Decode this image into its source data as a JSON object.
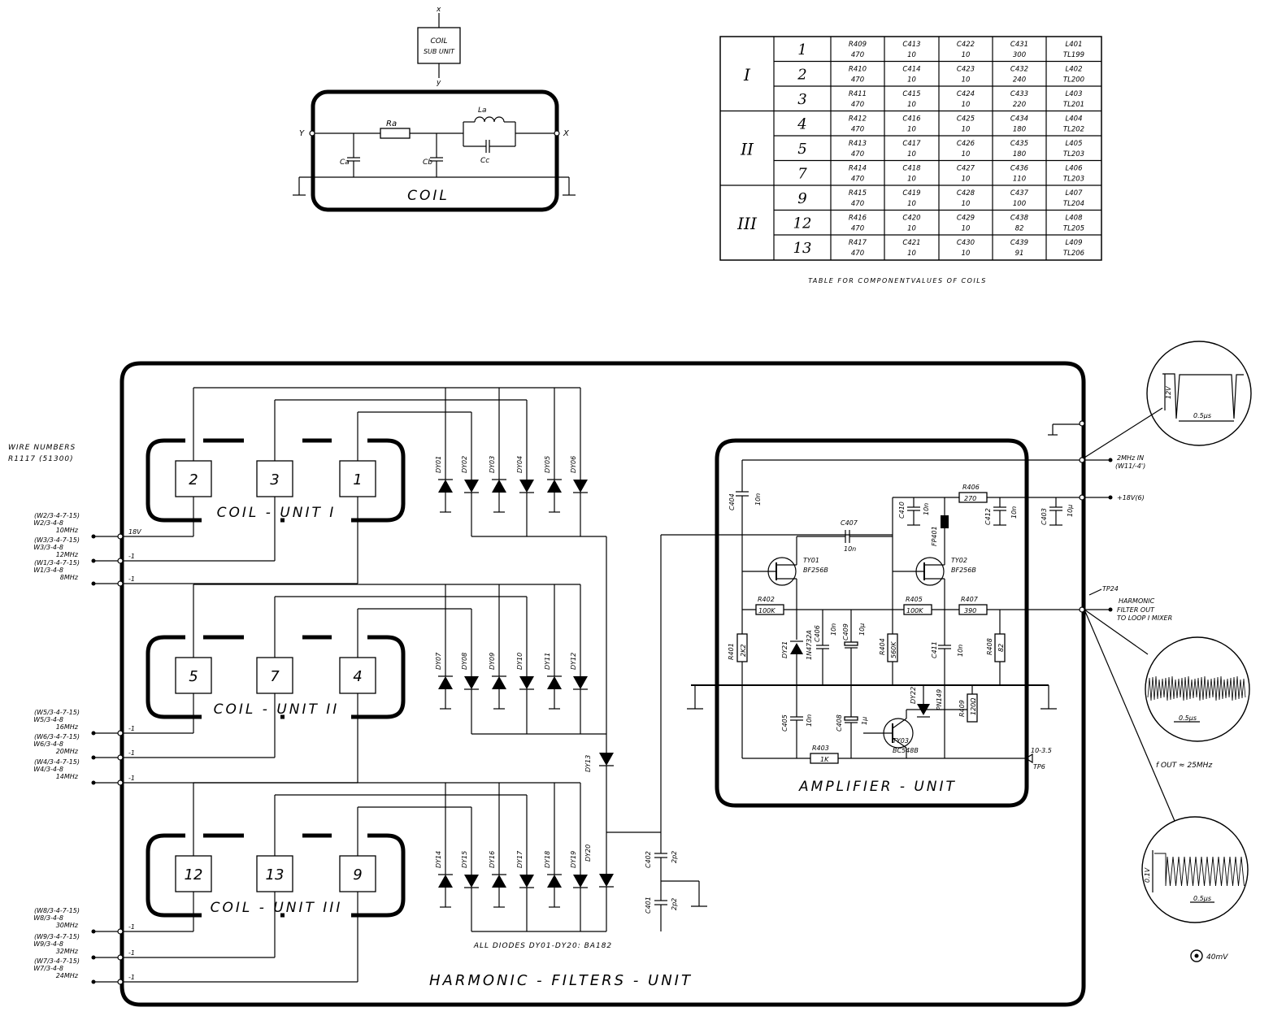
{
  "top_coil": {
    "sub_unit_label": "COIL",
    "sub_unit_label2": "SUB UNIT",
    "pin_x_top": "x",
    "pin_y_bottom": "y",
    "left_pin": "Y",
    "right_pin": "X",
    "ra": "Ra",
    "ca": "Ca",
    "cb": "Cb",
    "cc": "Cc",
    "la": "La",
    "title": "COIL"
  },
  "component_table": {
    "caption": "TABLE FOR COMPONENTVALUES OF COILS",
    "groups": [
      {
        "label": "I",
        "rows": [
          {
            "n": "1",
            "r": [
              "R409",
              "470"
            ],
            "c1": [
              "C413",
              "10"
            ],
            "c2": [
              "C422",
              "10"
            ],
            "c3": [
              "C431",
              "300"
            ],
            "l": [
              "L401",
              "TL199"
            ]
          },
          {
            "n": "2",
            "r": [
              "R410",
              "470"
            ],
            "c1": [
              "C414",
              "10"
            ],
            "c2": [
              "C423",
              "10"
            ],
            "c3": [
              "C432",
              "240"
            ],
            "l": [
              "L402",
              "TL200"
            ]
          },
          {
            "n": "3",
            "r": [
              "R411",
              "470"
            ],
            "c1": [
              "C415",
              "10"
            ],
            "c2": [
              "C424",
              "10"
            ],
            "c3": [
              "C433",
              "220"
            ],
            "l": [
              "L403",
              "TL201"
            ]
          }
        ]
      },
      {
        "label": "II",
        "rows": [
          {
            "n": "4",
            "r": [
              "R412",
              "470"
            ],
            "c1": [
              "C416",
              "10"
            ],
            "c2": [
              "C425",
              "10"
            ],
            "c3": [
              "C434",
              "180"
            ],
            "l": [
              "L404",
              "TL202"
            ]
          },
          {
            "n": "5",
            "r": [
              "R413",
              "470"
            ],
            "c1": [
              "C417",
              "10"
            ],
            "c2": [
              "C426",
              "10"
            ],
            "c3": [
              "C435",
              "180"
            ],
            "l": [
              "L405",
              "TL203"
            ]
          },
          {
            "n": "7",
            "r": [
              "R414",
              "470"
            ],
            "c1": [
              "C418",
              "10"
            ],
            "c2": [
              "C427",
              "10"
            ],
            "c3": [
              "C436",
              "110"
            ],
            "l": [
              "L406",
              "TL203"
            ]
          }
        ]
      },
      {
        "label": "III",
        "rows": [
          {
            "n": "9",
            "r": [
              "R415",
              "470"
            ],
            "c1": [
              "C419",
              "10"
            ],
            "c2": [
              "C428",
              "10"
            ],
            "c3": [
              "C437",
              "100"
            ],
            "l": [
              "L407",
              "TL204"
            ]
          },
          {
            "n": "12",
            "r": [
              "R416",
              "470"
            ],
            "c1": [
              "C420",
              "10"
            ],
            "c2": [
              "C429",
              "10"
            ],
            "c3": [
              "C438",
              "82"
            ],
            "l": [
              "L408",
              "TL205"
            ]
          },
          {
            "n": "13",
            "r": [
              "R417",
              "470"
            ],
            "c1": [
              "C421",
              "10"
            ],
            "c2": [
              "C430",
              "10"
            ],
            "c3": [
              "C439",
              "91"
            ],
            "l": [
              "L409",
              "TL206"
            ]
          }
        ]
      }
    ]
  },
  "wire_numbers": {
    "line1": "WIRE NUMBERS",
    "line2": "R1117 (51300)"
  },
  "coil_units": [
    {
      "title": "COIL - UNIT I",
      "pins": [
        "2",
        "3",
        "1"
      ],
      "inputs": [
        {
          "l1": "(W2/3-4-7-15)",
          "l2": "W2/3-4-8",
          "freq": "10MHz",
          "tag": "18V"
        },
        {
          "l1": "(W3/3-4-7-15)",
          "l2": "W3/3-4-8",
          "freq": "12MHz",
          "tag": "-1"
        },
        {
          "l1": "(W1/3-4-7-15)",
          "l2": "W1/3-4-8",
          "freq": "8MHz",
          "tag": "-1"
        }
      ],
      "diodes": [
        "DY01",
        "DY02",
        "DY03",
        "DY04",
        "DY05",
        "DY06"
      ]
    },
    {
      "title": "COIL - UNIT II",
      "pins": [
        "5",
        "7",
        "4"
      ],
      "inputs": [
        {
          "l1": "(W5/3-4-7-15)",
          "l2": "W5/3-4-8",
          "freq": "16MHz",
          "tag": "-1"
        },
        {
          "l1": "(W6/3-4-7-15)",
          "l2": "W6/3-4-8",
          "freq": "20MHz",
          "tag": "-1"
        },
        {
          "l1": "(W4/3-4-7-15)",
          "l2": "W4/3-4-8",
          "freq": "14MHz",
          "tag": "-1"
        }
      ],
      "diodes": [
        "DY07",
        "DY08",
        "DY09",
        "DY10",
        "DY11",
        "DY12"
      ]
    },
    {
      "title": "COIL - UNIT III",
      "pins": [
        "12",
        "13",
        "9"
      ],
      "inputs": [
        {
          "l1": "(W8/3-4-7-15)",
          "l2": "W8/3-4-8",
          "freq": "30MHz",
          "tag": "-1"
        },
        {
          "l1": "(W9/3-4-7-15)",
          "l2": "W9/3-4-8",
          "freq": "32MHz",
          "tag": "-1"
        },
        {
          "l1": "(W7/3-4-7-15)",
          "l2": "W7/3-4-8",
          "freq": "24MHz",
          "tag": "-1"
        }
      ],
      "diodes": [
        "DY14",
        "DY15",
        "DY16",
        "DY17",
        "DY18",
        "DY19"
      ]
    }
  ],
  "extra_diodes": {
    "d13": "DY13",
    "d20": "DY20"
  },
  "output_caps": {
    "c402": "C402",
    "c402v": "2p2",
    "c401": "C401",
    "c401v": "2p2"
  },
  "diode_note": "ALL DIODES  DY01-DY20: BA182",
  "harmonic_title": "HARMONIC - FILTERS - UNIT",
  "amplifier": {
    "title": "AMPLIFIER - UNIT",
    "c404": "C404",
    "c404v": "10n",
    "c407": "C407",
    "c407v": "10n",
    "c410": "C410",
    "c410v": "10n",
    "r406": "R406",
    "r406v": "270",
    "c412": "C412",
    "c412v": "10n",
    "c403": "C403",
    "c403v": "10µ",
    "fp401": "FP401",
    "t401": "TY01",
    "t401v": "BF256B",
    "t402": "TY02",
    "t402v": "BF256B",
    "r402": "R402",
    "r402v": "100K",
    "r405": "R405",
    "r405v": "100K",
    "r407": "R407",
    "r407v": "390",
    "r401": "R401",
    "r401v": "2K2",
    "d421": "DY21",
    "d421v": "1N4732A",
    "c406": "C406",
    "c406v": "10n",
    "c409": "C409",
    "c409v": "10µ",
    "r404": "R404",
    "r404v": "560K",
    "c411": "C411",
    "c411v": "10n",
    "r408": "R408",
    "r408v": "82",
    "c405": "C405",
    "c405v": "10n",
    "c408": "C408",
    "c408v": "1µ",
    "d422": "DY22",
    "d422v": "PN149",
    "r409": "R409",
    "r409v": "120Ω",
    "t403": "TY03",
    "t403v": "BC548B",
    "r403": "R403",
    "r403v": "1K"
  },
  "right_side": {
    "in_label": "2MHz IN",
    "in_sub": "(W11/-4')",
    "supply": "+18V(6)",
    "tp24": "TP24",
    "out1": "HARMONIC",
    "out2": "FILTER OUT",
    "out3": "TO LOOP I MIXER",
    "tp6_val": "10-3.5",
    "tp6": "TP6",
    "scope1_amp": "12V",
    "scope1_time": "0.5µs",
    "scope2_time": "0.5µs",
    "fout": "f OUT ≈ 25MHz",
    "scope3_amp": "0.1V",
    "scope3_time": "0.5µs",
    "probe": "40mV"
  }
}
